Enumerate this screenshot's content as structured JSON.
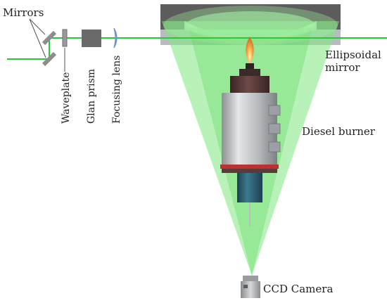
{
  "labels": {
    "mirrors": "Mirrors",
    "waveplate": "Waveplate",
    "glan_prism": "Glan prism",
    "focusing_lens": "Focusing lens",
    "ellipsoidal_mirror_line1": "Ellipsoidal",
    "ellipsoidal_mirror_line2": "mirror",
    "diesel_burner": "Diesel burner",
    "ccd_camera": "CCD Camera"
  },
  "colors": {
    "laser": "#22cc33",
    "scatter_cone": "#7fe87f",
    "mirror_housing": "#5a5a5a",
    "burner_body": "#b7b9bc",
    "burner_top": "#4a3030",
    "burner_nozzle": "#2a5a6e",
    "flame": "#f0a040",
    "burner_ring": "#c03030",
    "lens": "#8ab4e8"
  }
}
